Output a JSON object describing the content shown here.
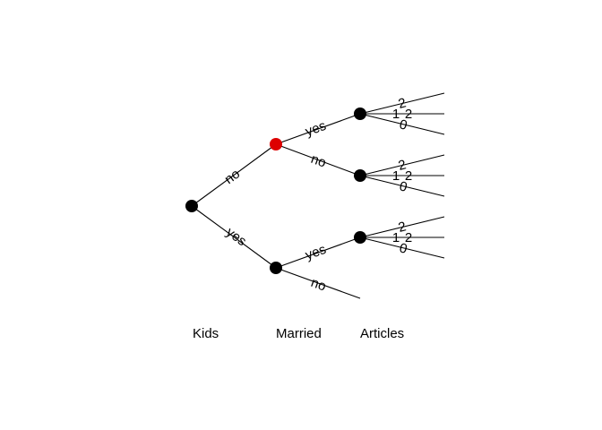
{
  "levels": [
    "Kids",
    "Married",
    "Articles"
  ],
  "colors": {
    "default": "#000000",
    "highlight": "#dd0000"
  },
  "edge_labels": {
    "kids_no": "no",
    "kids_yes": "yes",
    "married_yes_top": "yes",
    "married_no_top": "no",
    "married_yes_bottom": "yes",
    "married_no_bottom": "no"
  },
  "article_values": [
    "2",
    "1",
    "0"
  ],
  "highlighted_node": "married-no-kids"
}
